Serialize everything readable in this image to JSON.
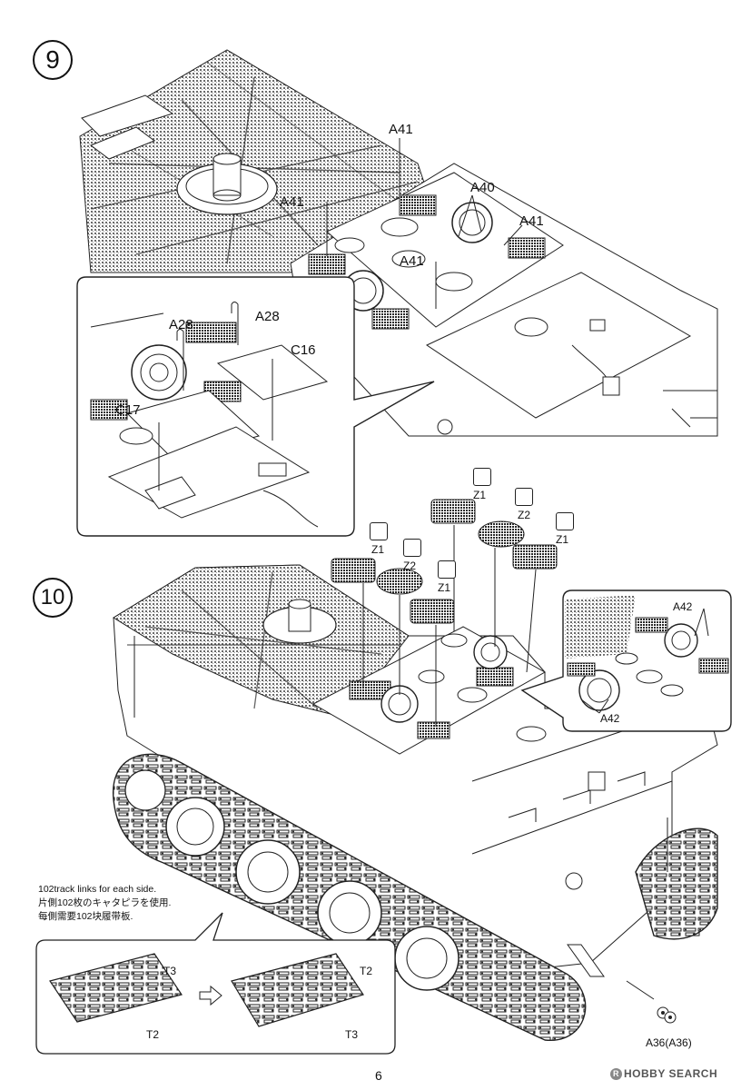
{
  "steps": {
    "step9": {
      "number": "9"
    },
    "step10": {
      "number": "10"
    }
  },
  "step9_labels": {
    "a41_top": "A41",
    "a41_left": "A41",
    "a40": "A40",
    "a41_right": "A41",
    "a41_mid": "A41",
    "a28_a": "A28",
    "a28_b": "A28",
    "c16": "C16",
    "c17": "C17"
  },
  "step10_labels": {
    "z1_a": "Z1",
    "z2_a": "Z2",
    "z1_b": "Z1",
    "z1_c": "Z1",
    "z2_b": "Z2",
    "z1_d": "Z1",
    "a42_a": "A42",
    "a42_b": "A42",
    "a36": "A36(A36)",
    "t3_a": "T3",
    "t2_a": "T2",
    "t2_b": "T2",
    "t3_b": "T3"
  },
  "track_note": {
    "english": "102track links for each side.",
    "japanese": "片側102枚のキャタピラを使用.",
    "chinese": "每側需要102块履带板."
  },
  "footer": {
    "page_number": "6",
    "watermark": "HOBBY SEARCH",
    "watermark_mark": "R"
  }
}
